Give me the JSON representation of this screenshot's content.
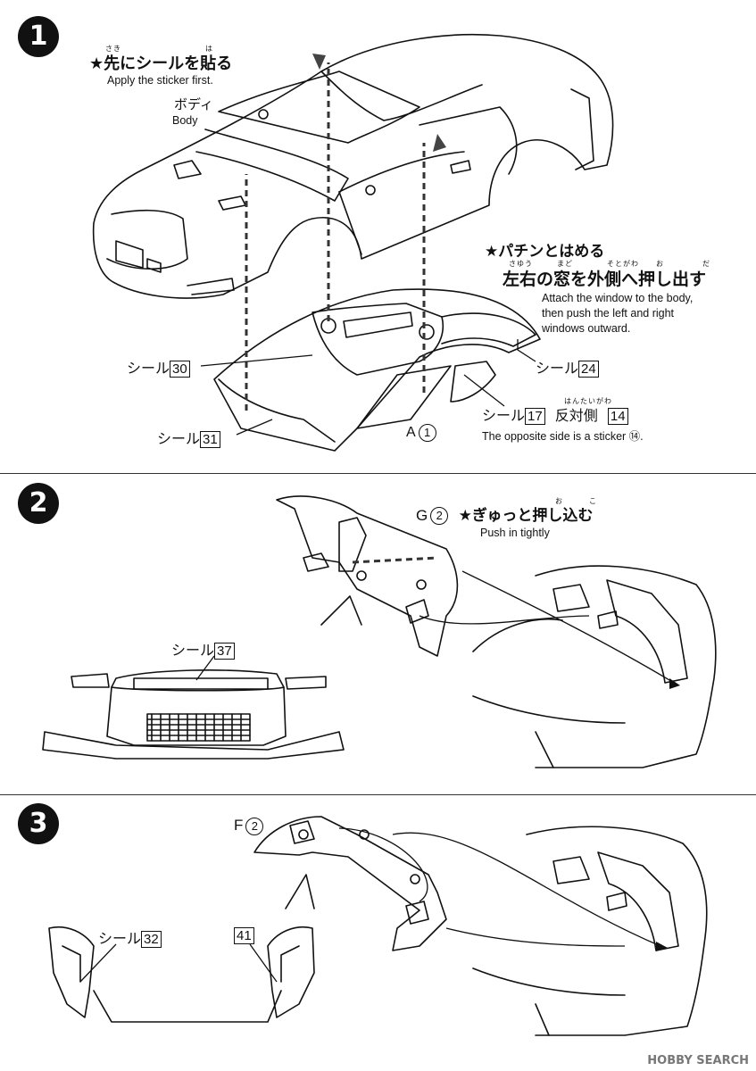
{
  "steps": [
    {
      "number": "1",
      "title": "★先にシールを貼る",
      "title_ruby_1": "さき",
      "title_ruby_2": "は",
      "title_en": "Apply the sticker first.",
      "body_label": "ボディ",
      "body_label_en": "Body",
      "window_title": "★パチンとはめる",
      "window_line2": "左右の窓を外側へ押し出す",
      "window_ruby": [
        "さゆう",
        "まど",
        "そとがわ",
        "お",
        "だ"
      ],
      "window_en": [
        "Attach the window to the body,",
        "then push the left and right",
        "windows outward."
      ],
      "stickers": {
        "seal_30_label": "シール",
        "seal_30_num": "30",
        "seal_31_label": "シール",
        "seal_31_num": "31",
        "seal_24_label": "シール",
        "seal_24_num": "24",
        "seal_17_label": "シール",
        "seal_17_num": "17",
        "opposite_label": "反対側",
        "opposite_ruby": "はんたいがわ",
        "opposite_num": "14"
      },
      "part_a_letter": "A",
      "part_a_num": "1",
      "opposite_en": "The opposite side is a sticker ⑭."
    },
    {
      "number": "2",
      "part_g_letter": "G",
      "part_g_num": "2",
      "push_title": "★ぎゅっと押し込む",
      "push_ruby_1": "お",
      "push_ruby_2": "こ",
      "push_en": "Push in tightly",
      "seal_37_label": "シール",
      "seal_37_num": "37"
    },
    {
      "number": "3",
      "part_f_letter": "F",
      "part_f_num": "2",
      "seal_32_label": "シール",
      "seal_32_num": "32",
      "seal_41_num": "41"
    }
  ],
  "watermark": "HOBBY SEARCH"
}
